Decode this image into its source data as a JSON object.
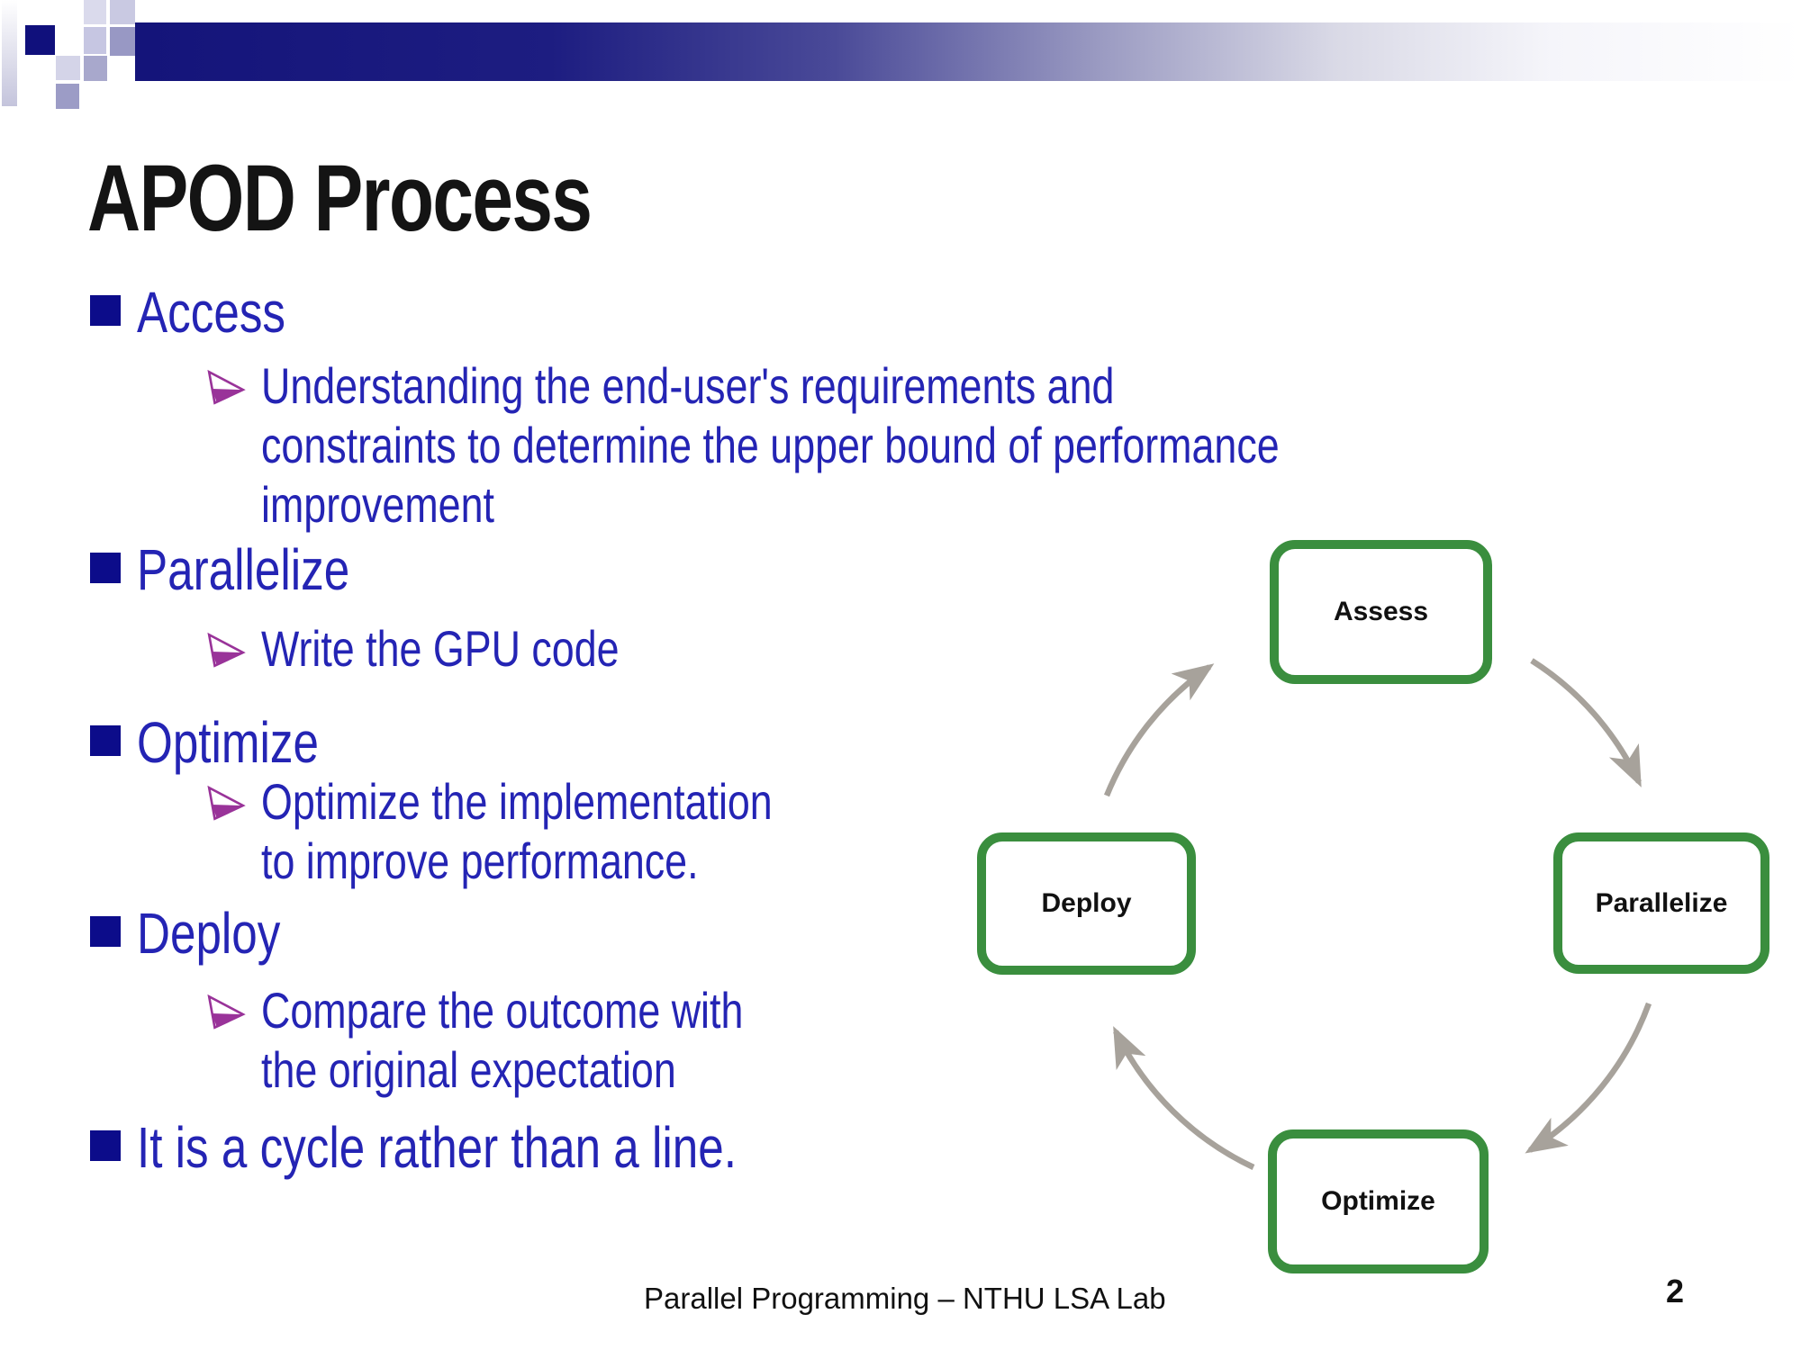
{
  "slide": {
    "title": "APOD Process",
    "footer": "Parallel Programming – NTHU LSA Lab",
    "page_number": "2"
  },
  "bullets": [
    {
      "label": "Access",
      "sub_lines": [
        [
          "Understanding the end-user's requirements and",
          "constraints to determine the upper bound of performance",
          "improvement"
        ]
      ]
    },
    {
      "label": "Parallelize",
      "sub_lines": [
        [
          "Write the GPU code"
        ]
      ]
    },
    {
      "label": "Optimize",
      "sub_lines": [
        [
          "Optimize the implementation",
          "to improve performance."
        ]
      ]
    },
    {
      "label": "Deploy",
      "sub_lines": [
        [
          "Compare the outcome with",
          "the original expectation"
        ]
      ]
    },
    {
      "label": "It is a cycle rather than a line.",
      "sub_lines": []
    }
  ],
  "diagram": {
    "type": "cycle",
    "nodes": [
      {
        "id": "assess",
        "label": "Assess",
        "position": "top"
      },
      {
        "id": "parallelize",
        "label": "Parallelize",
        "position": "right"
      },
      {
        "id": "optimize",
        "label": "Optimize",
        "position": "bottom"
      },
      {
        "id": "deploy",
        "label": "Deploy",
        "position": "left"
      }
    ],
    "arrows": [
      {
        "from": "assess",
        "to": "parallelize"
      },
      {
        "from": "parallelize",
        "to": "optimize"
      },
      {
        "from": "optimize",
        "to": "deploy"
      },
      {
        "from": "deploy",
        "to": "assess"
      }
    ]
  },
  "colors": {
    "header_navy": "#14147a",
    "corner_navy": "#10107c",
    "title_black": "#141414",
    "body_blue": "#2424b4",
    "bullet_navy": "#0c0c8a",
    "arrow_purple": "#993399",
    "node_green": "#3a8e3e",
    "node_text": "#111111",
    "cycle_arrow_gray": "#a7a29b",
    "footer_black": "#111111"
  }
}
